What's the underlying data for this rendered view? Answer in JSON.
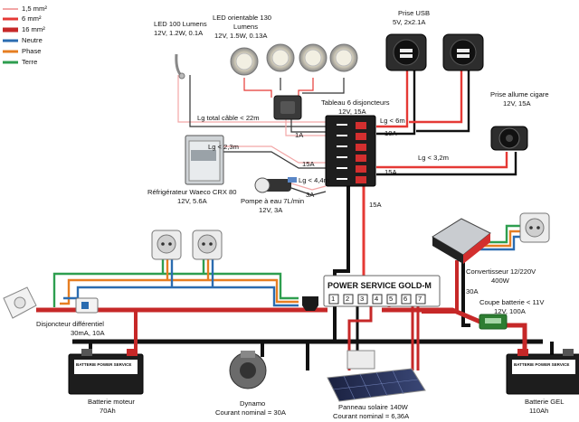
{
  "legend": [
    {
      "label": "1,5 mm²",
      "color": "#f2a6a6"
    },
    {
      "label": "6 mm²",
      "color": "#e53935"
    },
    {
      "label": "16 mm²",
      "color": "#c62828"
    },
    {
      "label": "Neutre",
      "color": "#2b6cb0"
    },
    {
      "label": "Phase",
      "color": "#e67e22"
    },
    {
      "label": "Terre",
      "color": "#2e9e4f"
    }
  ],
  "components": {
    "led100": {
      "name": "LED 100 Lumens",
      "spec": "12V, 1.2W, 0.1A"
    },
    "led130": {
      "line1": "LED orientable 130",
      "line2": "Lumens",
      "spec": "12V, 1.5W, 0.13A"
    },
    "usb": {
      "name": "Prise USB",
      "spec": "5V, 2x2.1A"
    },
    "cigar": {
      "name": "Prise allume cigare",
      "spec": "12V, 15A"
    },
    "panel": {
      "name": "Tableau 6 disjoncteurs",
      "spec": "12V, 15A"
    },
    "fridge": {
      "name": "Réfrigérateur Waeco CRX 80",
      "spec": "12V, 5.6A"
    },
    "pump": {
      "name": "Pompe à eau 7L/min",
      "spec": "12V, 3A"
    },
    "converter": {
      "name": "Convertisseur 12/220V",
      "spec": "400W"
    },
    "cutoff": {
      "name": "Coupe batterie < 11V",
      "spec": "12V, 100A"
    },
    "rcd": {
      "name": "Disjoncteur différentiel",
      "spec": "30mA, 10A"
    },
    "battery_engine": {
      "name": "Batterie moteur",
      "spec": "70Ah"
    },
    "dynamo": {
      "name": "Dynamo",
      "spec": "Courant nominal = 30A"
    },
    "solar": {
      "name": "Panneau solaire 140W",
      "spec": "Courant nominal = 6,36A"
    },
    "battery_gel": {
      "name": "Batterie GEL",
      "spec": "110Ah"
    },
    "regulator": {
      "title": "POWER SERVICE GOLD-M",
      "terminals": [
        "1",
        "2",
        "3",
        "4",
        "5",
        "6",
        "7"
      ]
    }
  },
  "wire_labels": {
    "total": "Lg total câble < 22m",
    "lg6": "Lg < 6m",
    "lg23": "Lg < 2,3m",
    "lg32": "Lg < 3,2m",
    "lg44": "Lg < 4,4m",
    "a1": "1A",
    "a10": "10A",
    "a15_1": "15A",
    "a15_2": "15A",
    "a15_3": "15A",
    "a3": "3A",
    "a30": "30A"
  },
  "battery_plate": "BATTERIE POWER SERVICE"
}
